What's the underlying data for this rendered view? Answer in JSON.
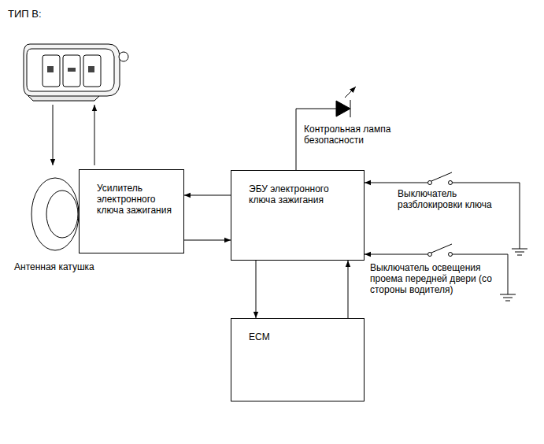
{
  "diagram": {
    "title": "ТИП B:",
    "nodes": [
      {
        "text": [
          "Усилитель электронного ключа зажигания"
        ]
      },
      {
        "text": [
          "ЭБУ электронного ключа зажигания"
        ]
      },
      {
        "text": [
          "ECM"
        ]
      }
    ],
    "edges": [
      {
        "from": 1,
        "to": 0,
        "arrow": "to"
      },
      {
        "from": 0,
        "to": 1,
        "arrow": "to"
      },
      {
        "from": 1,
        "to": 2,
        "arrow": "to"
      },
      {
        "from": 2,
        "to": 1,
        "arrow": "to"
      }
    ],
    "labels": [
      "Контрольная лампа безопасности",
      "Выключатель разблокировки ключа",
      "Выключатель освещения проема передней двери (со стороны водителя)",
      "Антенная катушка"
    ]
  }
}
